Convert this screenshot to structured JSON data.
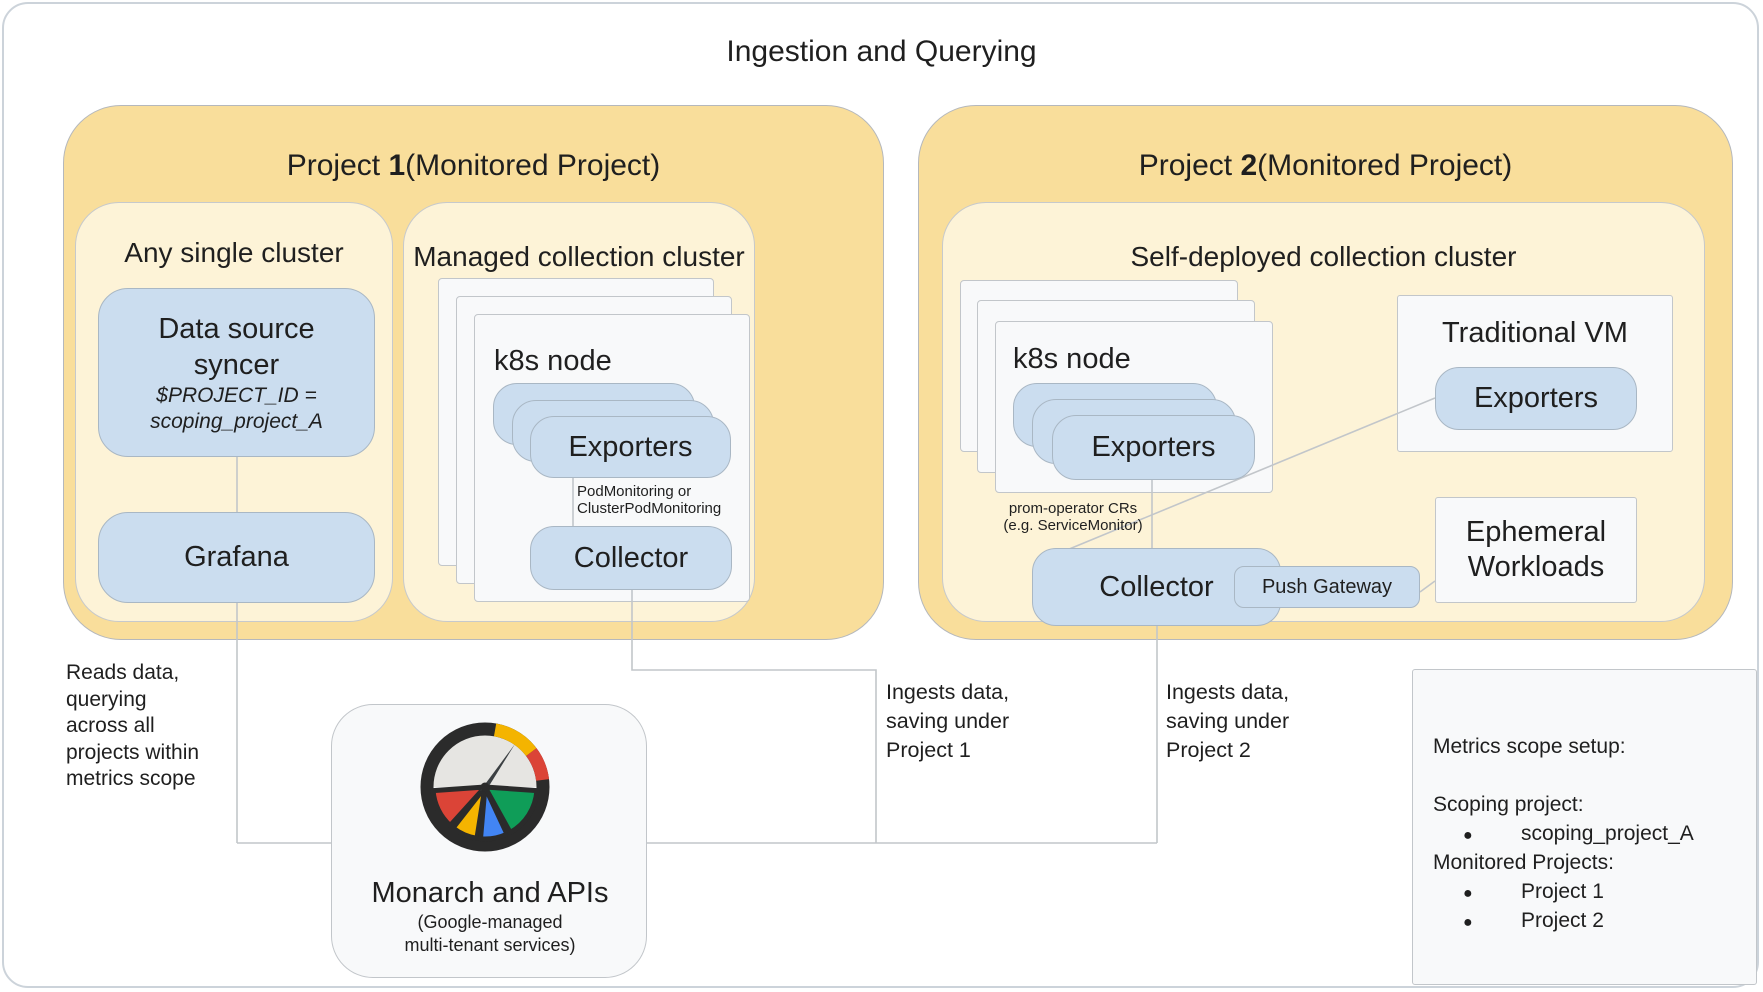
{
  "title": "Ingestion and Querying",
  "colors": {
    "outer_box_gold": "#F9DE9B",
    "inner_box_cream": "#FDF3D7",
    "component_blue": "#CBDDEF",
    "panel_gray": "#F8F9FA",
    "connector_line": "#C2C6CA",
    "text": "#1F1F1F",
    "gauge_red": "#DB4437",
    "gauge_yellow": "#F4B400",
    "gauge_blue": "#4285F4",
    "gauge_green": "#0F9D58",
    "gauge_ring": "#2B2B2B"
  },
  "project1": {
    "label_prefix": "Project ",
    "label_num": "1",
    "label_suffix": " (Monitored Project)",
    "any_single": {
      "title": "Any single cluster",
      "syncer": {
        "l1": "Data source",
        "l2": "syncer",
        "l3": "$PROJECT_ID =",
        "l4": "scoping_project_A"
      },
      "grafana": "Grafana"
    },
    "managed": {
      "title": "Managed collection cluster",
      "k8s": "k8s node",
      "exporters": "Exporters",
      "note": [
        "PodMonitoring or",
        "ClusterPodMonitoring"
      ],
      "collector": "Collector"
    }
  },
  "project2": {
    "label_prefix": "Project ",
    "label_num": "2",
    "label_suffix": " (Monitored Project)",
    "self_deployed": {
      "title": "Self-deployed collection cluster",
      "k8s": "k8s node",
      "exporters": "Exporters",
      "note": [
        "prom-operator CRs",
        "(e.g. ServiceMonitor)"
      ],
      "collector": "Collector",
      "push_gateway": "Push Gateway"
    },
    "traditional_vm": {
      "title": "Traditional VM",
      "exporters": "Exporters"
    },
    "ephemeral": [
      "Ephemeral",
      "Workloads"
    ]
  },
  "monarch": {
    "title": "Monarch and APIs",
    "sub": [
      "(Google-managed",
      "multi-tenant services)"
    ]
  },
  "notes": {
    "reads": [
      "Reads data,",
      "querying",
      "across all",
      "projects within",
      "metrics scope"
    ],
    "ingest1": [
      "Ingests data,",
      "saving under",
      "Project 1"
    ],
    "ingest2": [
      "Ingests data,",
      "saving under",
      "Project 2"
    ]
  },
  "metrics_scope": {
    "title": "Metrics scope setup:",
    "bullet": "●",
    "scoping_label": "Scoping project:",
    "scoping_value": "scoping_project_A",
    "monitored_label": "Monitored Projects:",
    "items": [
      "Project 1",
      "Project 2"
    ]
  }
}
